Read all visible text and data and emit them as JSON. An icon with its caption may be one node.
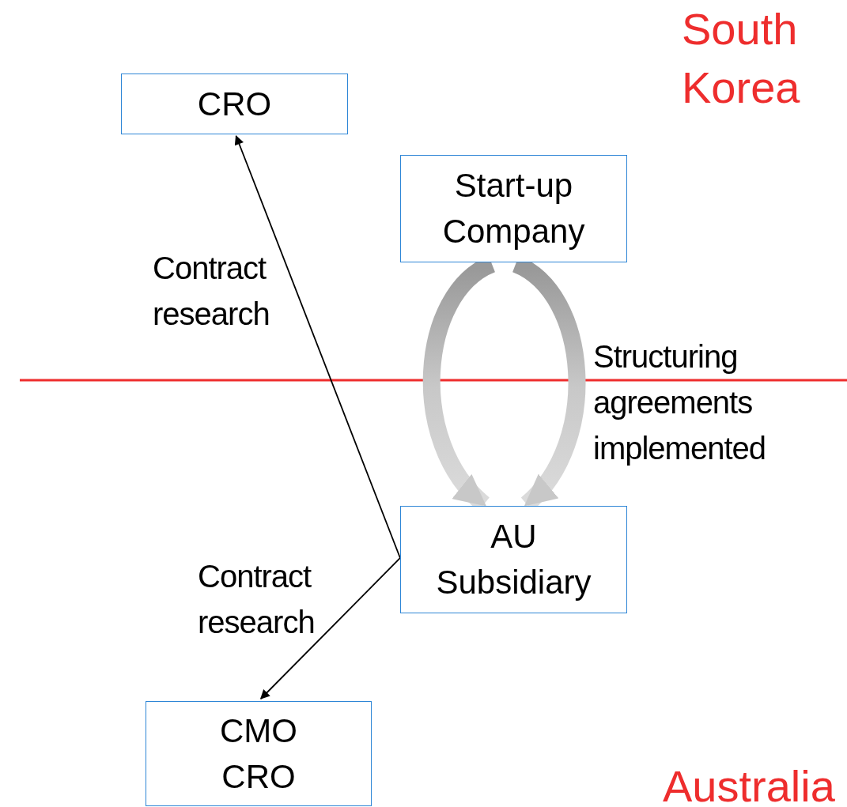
{
  "diagram": {
    "nodes": [
      {
        "text": [
          "CRO"
        ]
      },
      {
        "text": [
          "Start-up Company"
        ]
      },
      {
        "text": [
          "AU Subsidiary"
        ]
      },
      {
        "text": [
          "CMO CRO"
        ]
      }
    ],
    "edges": [
      {
        "from": 2,
        "to": 0,
        "arrow": "to",
        "label": "Contract research"
      },
      {
        "from": 2,
        "to": 3,
        "arrow": "to",
        "label": "Contract research"
      },
      {
        "from": 1,
        "to": 2,
        "arrow": "to",
        "style": "thick",
        "color": "#c8c8c8"
      },
      {
        "from": 1,
        "to": 2,
        "arrow": "to",
        "style": "thick",
        "color": "#c8c8c8",
        "label": "Structuring agreements implemented"
      }
    ],
    "labels": [
      "South Korea",
      "Australia"
    ]
  }
}
